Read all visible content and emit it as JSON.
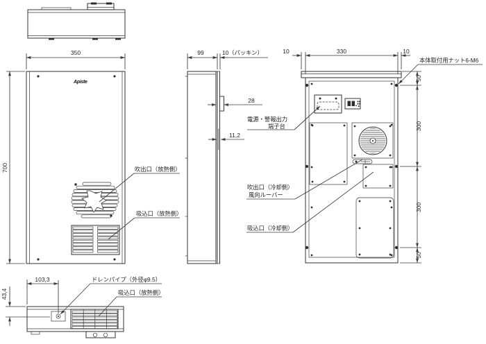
{
  "drawing": {
    "background": "#ffffff",
    "line_color": "#3a3a3a",
    "text_color": "#1f1f1f",
    "brand": "Apiste",
    "front": {
      "dim_width": "350",
      "dim_height": "700",
      "label_outlet": "吹出口（放熱側）",
      "label_inlet": "吸込口（放熱側）"
    },
    "side": {
      "dim_depth": "99",
      "dim_packing": "10（パッキン）",
      "dim_duct": "28",
      "dim_plate": "11,2"
    },
    "rear": {
      "dim_left": "10",
      "dim_width": "330",
      "dim_right": "10",
      "dim_top": "50",
      "dim_upper": "300",
      "dim_lower": "300",
      "dim_bottom": "50",
      "label_nut": "本体取付用ナット6-M6",
      "label_terminal_1": "電源・警報出力",
      "label_terminal_2": "端子台",
      "label_outlet_1": "吹出口（冷却側）",
      "label_outlet_2": "風向ルーバー",
      "label_inlet": "吸込口（冷却側）"
    },
    "bottom": {
      "dim_x": "103,3",
      "dim_y": "43,4",
      "label_drain": "ドレンパイプ（外径φ9.5）",
      "label_inlet": "吸込口（放熱側）"
    }
  }
}
